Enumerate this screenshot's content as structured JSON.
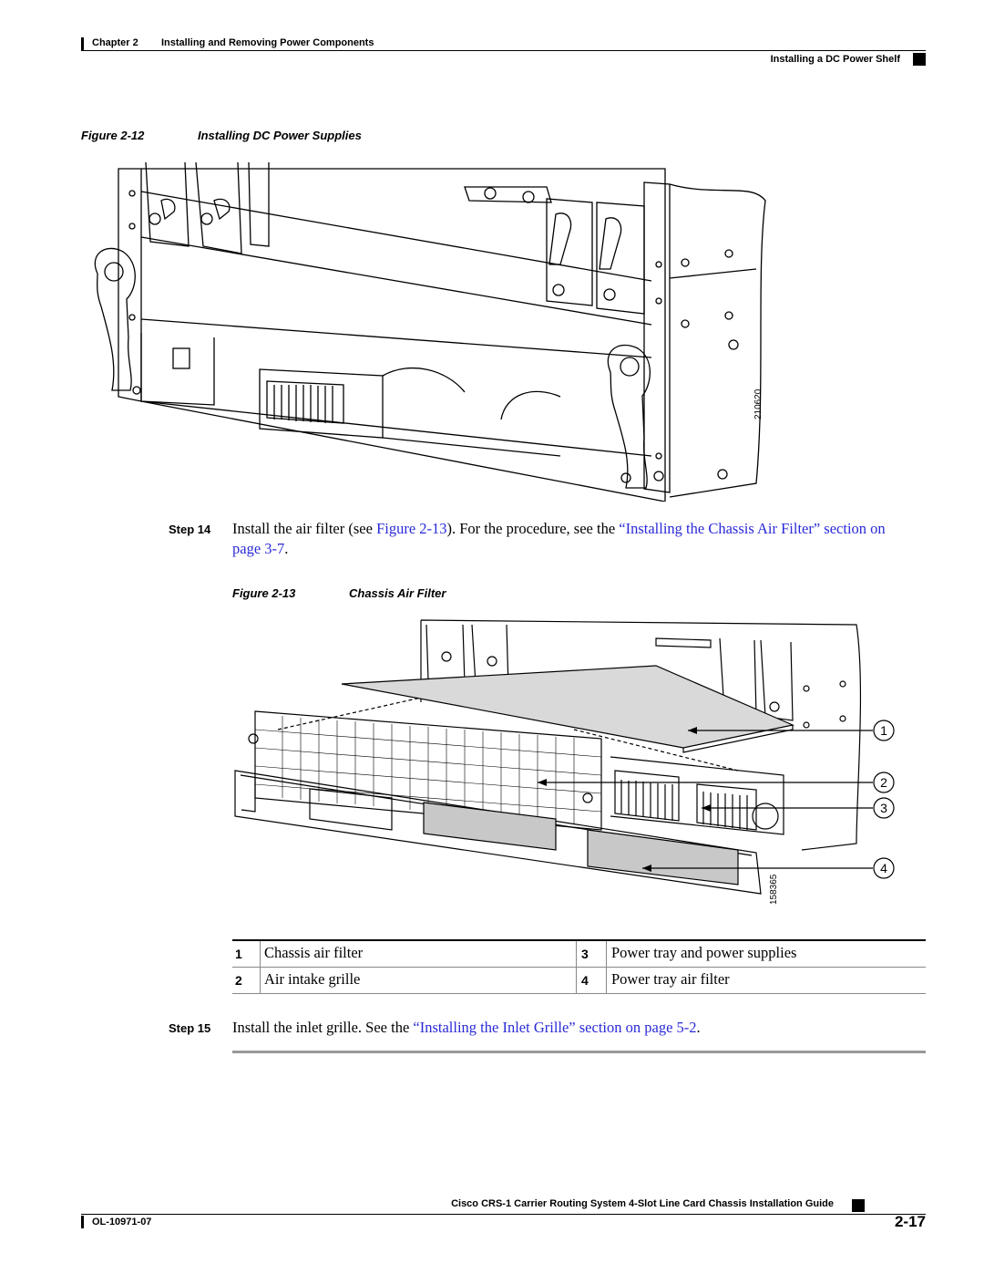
{
  "header": {
    "chapter_label": "Chapter 2",
    "chapter_title": "Installing and Removing Power Components",
    "section_title": "Installing a DC Power Shelf"
  },
  "figure_12": {
    "label": "Figure 2-12",
    "title": "Installing DC Power Supplies",
    "art_id": "210620"
  },
  "step_14": {
    "label": "Step 14",
    "text_before": "Install the air filter (see ",
    "fig_ref": "Figure 2-13",
    "text_mid": "). For the procedure, see the ",
    "xref": "“Installing the Chassis Air Filter” section on page 3-7",
    "text_after": "."
  },
  "figure_13": {
    "label": "Figure 2-13",
    "title": "Chassis Air Filter",
    "art_id": "158365",
    "callouts": [
      "1",
      "2",
      "3",
      "4"
    ]
  },
  "legend": [
    {
      "num": "1",
      "text": "Chassis air filter"
    },
    {
      "num": "3",
      "text": "Power tray and power supplies"
    },
    {
      "num": "2",
      "text": "Air intake grille"
    },
    {
      "num": "4",
      "text": "Power tray air filter"
    }
  ],
  "step_15": {
    "label": "Step 15",
    "text_before": "Install the inlet grille. See the ",
    "xref": "“Installing the Inlet Grille” section on page 5-2",
    "text_after": "."
  },
  "footer": {
    "guide_title": "Cisco CRS-1 Carrier Routing System 4-Slot Line Card Chassis Installation Guide",
    "doc_number": "OL-10971-07",
    "page_number": "2-17"
  },
  "colors": {
    "link": "#2a2ad8",
    "text": "#000000",
    "filter_gray": "#c8c8c8"
  }
}
